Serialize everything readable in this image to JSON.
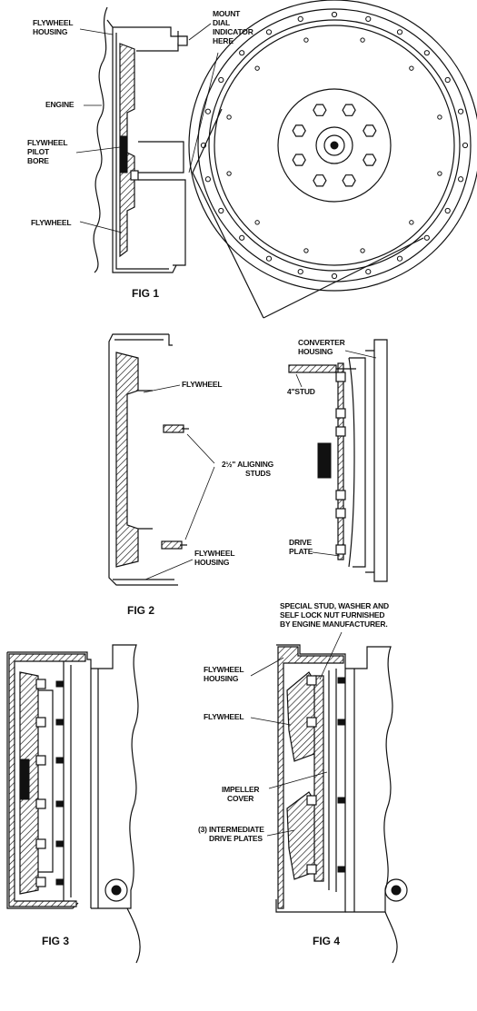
{
  "fig1": {
    "caption": "FIG 1",
    "labels": {
      "flywheel_housing": [
        "FLYWHEEL",
        "HOUSING"
      ],
      "mount": [
        "MOUNT",
        "DIAL",
        "INDICATOR",
        "HERE"
      ],
      "engine": "ENGINE",
      "pilot_bore": [
        "FLYWHEEL",
        "PILOT",
        "BORE"
      ],
      "flywheel": "FLYWHEEL"
    }
  },
  "fig2": {
    "caption": "FIG 2",
    "labels": {
      "flywheel": "FLYWHEEL",
      "aligning_studs": [
        "2½\" ALIGNING",
        "STUDS"
      ],
      "flywheel_housing": [
        "FLYWHEEL",
        "HOUSING"
      ],
      "converter_housing": [
        "CONVERTER",
        "HOUSING"
      ],
      "stud": "4\"STUD",
      "drive_plate": [
        "DRIVE",
        "PLATE"
      ]
    }
  },
  "fig3": {
    "caption": "FIG 3"
  },
  "fig4": {
    "caption": "FIG 4",
    "labels": {
      "special_stud": [
        "SPECIAL STUD, WASHER AND",
        "SELF LOCK NUT FURNISHED",
        "BY ENGINE MANUFACTURER."
      ],
      "flywheel_housing": [
        "FLYWHEEL",
        "HOUSING"
      ],
      "flywheel": "FLYWHEEL",
      "impeller_cover": [
        "IMPELLER",
        "COVER"
      ],
      "intermediate": [
        "(3) INTERMEDIATE",
        "DRIVE PLATES"
      ]
    }
  }
}
